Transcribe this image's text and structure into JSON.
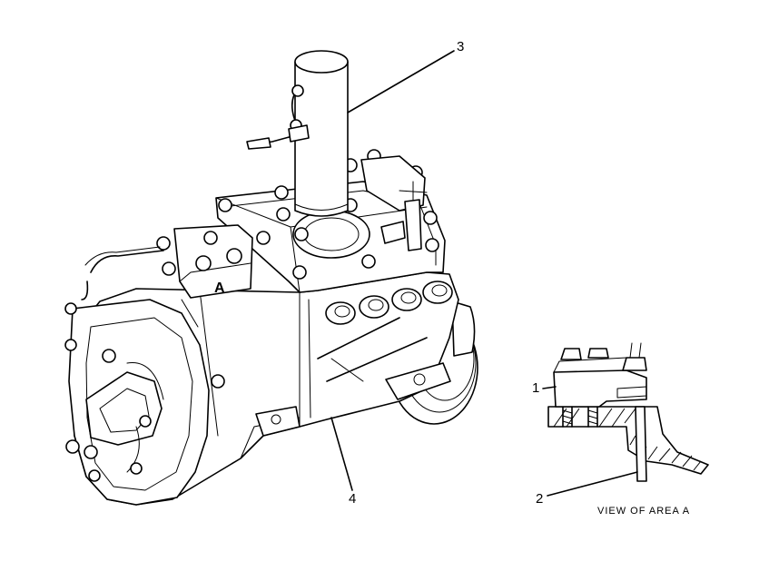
{
  "labels": {
    "callout_1": "1",
    "callout_2": "2",
    "callout_3": "3",
    "callout_4": "4",
    "area_marker": "A"
  },
  "caption": "VIEW OF AREA A"
}
